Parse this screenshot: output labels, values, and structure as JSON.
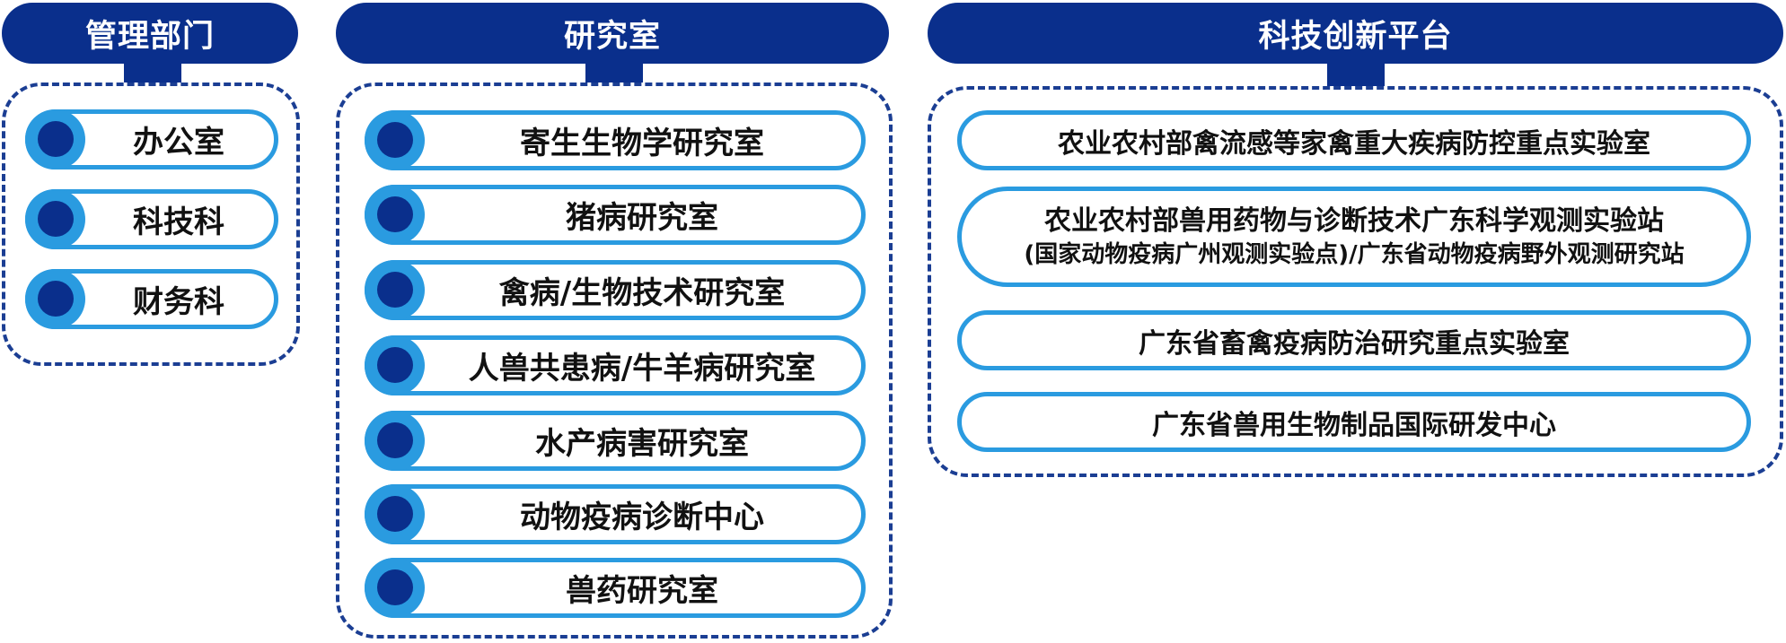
{
  "management": {
    "title": "管理部门",
    "items": [
      "办公室",
      "科技科",
      "财务科"
    ]
  },
  "research": {
    "title": "研究室",
    "items": [
      "寄生生物学研究室",
      "猪病研究室",
      "禽病/生物技术研究室",
      "人兽共患病/牛羊病研究室",
      "水产病害研究室",
      "动物疫病诊断中心",
      "兽药研究室"
    ]
  },
  "platforms": {
    "title": "科技创新平台",
    "items": [
      {
        "lines": [
          "农业农村部禽流感等家禽重大疾病防控重点实验室"
        ]
      },
      {
        "lines": [
          "农业农村部兽用药物与诊断技术广东科学观测实验站",
          "(国家动物疫病广州观测实验点)/广东省动物疫病野外观测研究站"
        ]
      },
      {
        "lines": [
          "广东省畜禽疫病防治研究重点实验室"
        ]
      },
      {
        "lines": [
          "广东省兽用生物制品国际研发中心"
        ]
      }
    ]
  },
  "colors": {
    "header_bg": "#0a2f8c",
    "pill_border": "#2a9be0",
    "frame_border": "#1b3e93"
  }
}
